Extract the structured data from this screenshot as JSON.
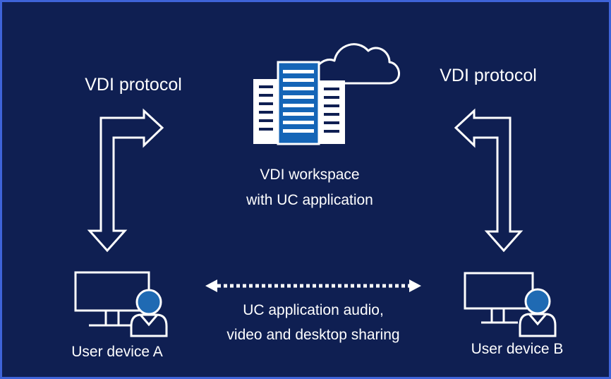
{
  "colors": {
    "background": "#0f1f52",
    "border": "#3e63d8",
    "outline": "#ffffff",
    "accent_blue": "#1565b7",
    "person_head": "#1f6ab3"
  },
  "labels": {
    "protocol_left": "VDI protocol",
    "protocol_right": "VDI protocol",
    "workspace_line1": "VDI workspace",
    "workspace_line2": "with UC application",
    "sharing_line1": "UC application audio,",
    "sharing_line2": "video and desktop sharing",
    "device_a": "User device A",
    "device_b": "User device B"
  },
  "icons": {
    "workspace": "cloud-buildings-icon",
    "device_a": "monitor-user-icon",
    "device_b": "monitor-user-icon",
    "left_arrow": "bent-double-arrow-icon",
    "right_arrow": "bent-double-arrow-icon",
    "sharing_arrow": "dotted-double-arrow-icon"
  }
}
